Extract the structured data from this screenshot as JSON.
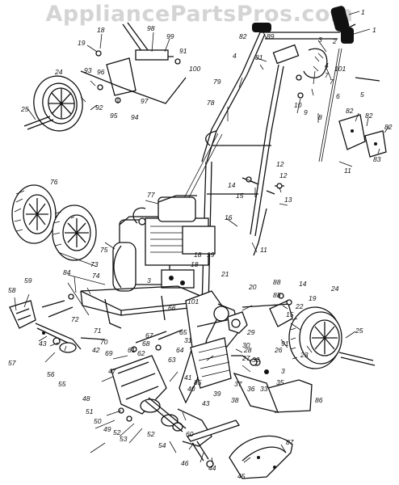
{
  "watermark": "AppliancePartsPros.com",
  "callouts": [
    "1",
    "1",
    "2",
    "3",
    "4",
    "5",
    "6",
    "7",
    "8",
    "9",
    "10",
    "11",
    "12",
    "13",
    "14",
    "15",
    "16",
    "11",
    "18",
    "19",
    "20",
    "21",
    "22",
    "23",
    "24",
    "25",
    "26",
    "27",
    "28",
    "29",
    "30",
    "31",
    "32",
    "33",
    "35",
    "36",
    "37",
    "38",
    "39",
    "40",
    "41",
    "42",
    "43",
    "44",
    "45",
    "46",
    "47",
    "48",
    "49",
    "50",
    "51",
    "52",
    "53",
    "54",
    "55",
    "56",
    "57",
    "58",
    "59",
    "60",
    "61",
    "62",
    "63",
    "64",
    "65",
    "66",
    "67",
    "68",
    "69",
    "70",
    "71",
    "72",
    "73",
    "74",
    "75",
    "76",
    "77",
    "78",
    "79",
    "81",
    "82",
    "83",
    "84",
    "85",
    "86",
    "87",
    "88",
    "89",
    "91",
    "92",
    "93",
    "94",
    "95",
    "96",
    "97",
    "98",
    "99",
    "100",
    "101",
    "18",
    "19",
    "24",
    "25",
    "82",
    "82",
    "82",
    "3",
    "91",
    "101",
    "43",
    "14",
    "15",
    "18",
    "19",
    "52",
    "88",
    "3",
    "4",
    "12",
    "7"
  ]
}
